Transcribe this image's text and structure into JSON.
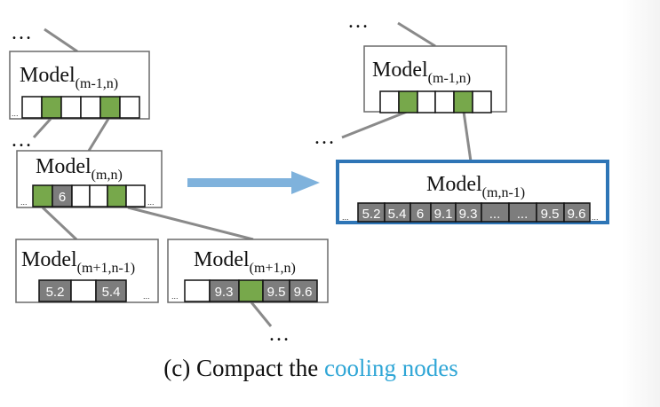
{
  "nodes": {
    "left_top": {
      "name": "Model",
      "sub": "(m-1,n)"
    },
    "left_mid": {
      "name": "Model",
      "sub": "(m,n)",
      "cell_value": "6"
    },
    "left_bl": {
      "name": "Model",
      "sub": "(m+1,n-1)",
      "cells": [
        "5.2",
        "5.4"
      ]
    },
    "left_br": {
      "name": "Model",
      "sub": "(m+1,n)",
      "cells": [
        "9.3",
        "9.5",
        "9.6"
      ]
    },
    "right_top": {
      "name": "Model",
      "sub": "(m-1,n)"
    },
    "right_mid": {
      "name": "Model",
      "sub": "(m,n-1)",
      "cells": [
        "5.2",
        "5.4",
        "6",
        "9.1",
        "9.3",
        "...",
        "...",
        "9.5",
        "9.6"
      ]
    }
  },
  "ellipsis": "…",
  "small_ellipsis": "...",
  "caption": {
    "prefix": "(c) Compact the ",
    "highlight": "cooling nodes"
  },
  "colors": {
    "green_cell": "#77a84b",
    "gray_cell": "#7d7d7d",
    "highlight_border": "#2e75b6",
    "arrow": "#7fb2dc",
    "caption_highlight": "#2fa6d6"
  }
}
